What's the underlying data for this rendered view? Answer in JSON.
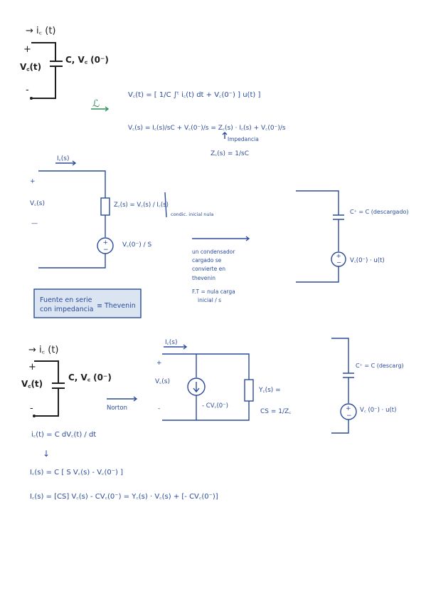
{
  "top": {
    "current": "→ i꜀ (t)",
    "plus": "+",
    "minus": "-",
    "voltage": "V꜀(t)",
    "cap_label": "C, V꜀ (0⁻)"
  },
  "laplace_arrow": "ℒ",
  "eq1": "V꜀(t) = [ 1/C ∫ᵗ i꜀(t) dt + V꜀(0⁻) ] u(t) ]",
  "eq2": "V꜀(s) = I꜀(s)/sC + V꜀(0⁻)/s = Z꜀(s) · I꜀(s) + V꜀(0⁻)/s",
  "impedance_note": "Impedancia",
  "eq3": "Z꜀(s) = 1/sC",
  "thevenin": {
    "current": "I꜀(s)",
    "plus": "+",
    "minus": "—",
    "voltage": "V꜀(s)",
    "z_label": "Z꜀(s) = V꜀(s) / I꜀(s)",
    "cond": "condic. inicial nula",
    "src_label": "V꜀(0⁻) / S",
    "note": [
      "un condensador",
      "cargado se",
      "convierte en",
      "thevenin",
      "F.T = nula carga",
      "inicial / s"
    ],
    "right_cap": "C⁺ = C (descargado)",
    "right_src": "V꜀(0⁻) · u(t)",
    "box": [
      "Fuente en serie",
      "con impedancia",
      "≡ Thevenin"
    ]
  },
  "norton": {
    "current": "→ i꜀ (t)",
    "plus": "+",
    "minus": "-",
    "voltage": "V꜀(t)",
    "cap_label": "C, V꜀ (0⁻)",
    "arrow_label": "Norton",
    "zc_current": "I꜀(s)",
    "plus2": "+",
    "minus2": "-",
    "voltage2": "V꜀(s)",
    "src_label": "- CV꜀(0⁻)",
    "y_label": "Y꜀(s) =",
    "y_eq": "CS = 1/Z꜀",
    "right_cap": "C⁺ = C (descarg)",
    "right_src": "V꜀ (0⁻) · u(t)"
  },
  "bottom": {
    "eq1": "i꜀(t) = C dV꜀(t) / dt",
    "arrow": "↓",
    "eq2": "I꜀(s) = C [ S V꜀(s) - V꜀(0⁻) ]",
    "eq3": "I꜀(s) = [CS] V꜀(s) - CV꜀(0⁻) = Y꜀(s) · V꜀(s) + [- CV꜀(0⁻)]"
  }
}
